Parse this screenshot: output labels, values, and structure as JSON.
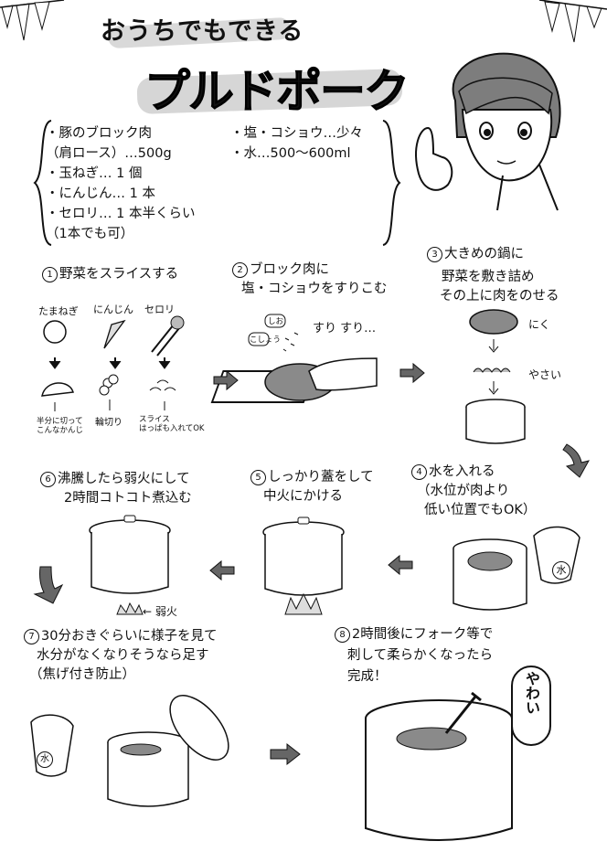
{
  "title": {
    "subtitle": "おうちでもできる",
    "main": "プルドポーク"
  },
  "ingredients": {
    "left": [
      "・豚のブロック肉",
      "（肩ロース）…500g",
      "・玉ねぎ… 1 個",
      "・にんじん… 1 本",
      "・セロリ… 1 本半くらい",
      "（1本でも可）"
    ],
    "right": [
      "・塩・コショウ…少々",
      "・水…500〜600ml"
    ]
  },
  "steps": [
    {
      "num": "1",
      "lines": [
        "野菜をスライスする"
      ]
    },
    {
      "num": "2",
      "lines": [
        "ブロック肉に",
        "塩・コショウをすりこむ"
      ]
    },
    {
      "num": "3",
      "lines": [
        "大きめの鍋に",
        "野菜を敷き詰め",
        "その上に肉をのせる"
      ]
    },
    {
      "num": "4",
      "lines": [
        "水を入れる",
        "（水位が肉より",
        "低い位置でもOK）"
      ]
    },
    {
      "num": "5",
      "lines": [
        "しっかり蓋をして",
        "中火にかける"
      ]
    },
    {
      "num": "6",
      "lines": [
        "沸騰したら弱火にして",
        "2時間コトコト煮込む"
      ]
    },
    {
      "num": "7",
      "lines": [
        "30分おきぐらいに様子を見て",
        "水分がなくなりそうなら足す",
        "（焦げ付き防止）"
      ]
    },
    {
      "num": "8",
      "lines": [
        "2時間後にフォーク等で",
        "刺して柔らかくなったら",
        "完成！"
      ]
    }
  ],
  "veg_labels": {
    "onion": "たまねぎ",
    "carrot": "にんじん",
    "celery": "セロリ"
  },
  "veg_notes": {
    "onion": [
      "半分に切って",
      "こんなかんじ"
    ],
    "carrot": "輪切り",
    "celery": [
      "スライス",
      "はっぱも入れてOK"
    ]
  },
  "shakers": {
    "salt": "しお",
    "pepper": "こしょう"
  },
  "sfx": {
    "rub": "すり すり…",
    "tender": "やわい"
  },
  "pot_labels": {
    "meat": "にく",
    "veg": "やさい",
    "low_heat": "← 弱火",
    "water": "水"
  },
  "colors": {
    "ink": "#111111",
    "gray": "#d8d8d8",
    "meat": "#8a8a8a"
  }
}
